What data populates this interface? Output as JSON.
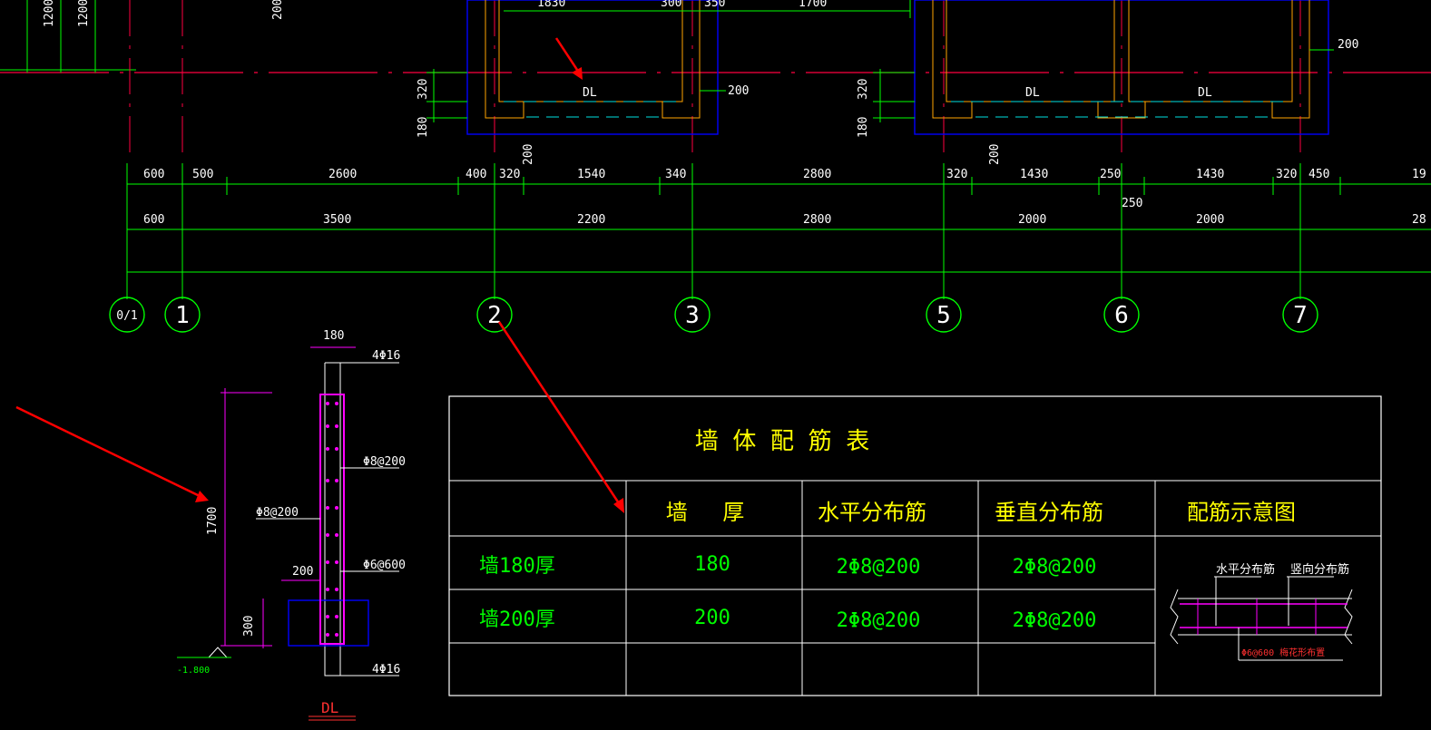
{
  "top_dims": {
    "left_vertical": [
      "1200",
      "1200"
    ],
    "top_200": "200",
    "top_partial": [
      "1830",
      "300",
      "350",
      "1700"
    ],
    "right_200": "200",
    "wall_offset_200": "200"
  },
  "beam_labels": {
    "dl_1": "DL",
    "dl_2": "DL",
    "dl_3": "DL",
    "side_dims_a": [
      "320",
      "180"
    ],
    "side_dims_b": [
      "320",
      "180"
    ],
    "below_dims": [
      "200",
      "200"
    ]
  },
  "dim_row1": [
    "600",
    "500",
    "2600",
    "400",
    "320",
    "1540",
    "340",
    "2800",
    "320",
    "1430",
    "250",
    "1430",
    "320",
    "450",
    "19"
  ],
  "dim_row1_extra": "250",
  "dim_row2": [
    "600",
    "3500",
    "2200",
    "2800",
    "2000",
    "2000",
    "28"
  ],
  "grid_axes": [
    "0/1",
    "1",
    "2",
    "3",
    "5",
    "6",
    "7"
  ],
  "section": {
    "width_dim": "180",
    "top_bar": "4Φ16",
    "stirrup_label": "Φ8@200",
    "horizontal_label": "Φ8@200",
    "tie_label": "Φ6@600",
    "height_dim": "1700",
    "bottom_dim": "300",
    "step_dim": "200",
    "elevation": "-1.800",
    "bottom_bar": "4Φ16",
    "title": "DL"
  },
  "table": {
    "title": "墙 体 配 筋 表",
    "headers": [
      "墙　 厚",
      "水平分布筋",
      "垂直分布筋",
      "配筋示意图"
    ],
    "rows": [
      {
        "name": "墙180厚",
        "thickness": "180",
        "horizontal": "2Φ8@200",
        "vertical": "2Φ8@200"
      },
      {
        "name": "墙200厚",
        "thickness": "200",
        "horizontal": "2Φ8@200",
        "vertical": "2Φ8@200"
      }
    ],
    "sketch": {
      "label_horizontal": "水平分布筋",
      "label_vertical": "竖向分布筋",
      "label_tie": "Φ6@600 梅花形布置"
    }
  },
  "colors": {
    "background": "#000000",
    "dimension_line": "#00ff00",
    "axis_line": "#ff0040",
    "wall_outline": "#ffa500",
    "beam_outline": "#0000ff",
    "table_text": "#ffff00",
    "table_value": "#00ff00",
    "rebar": "#ff00ff",
    "arrow": "#ff0000"
  }
}
